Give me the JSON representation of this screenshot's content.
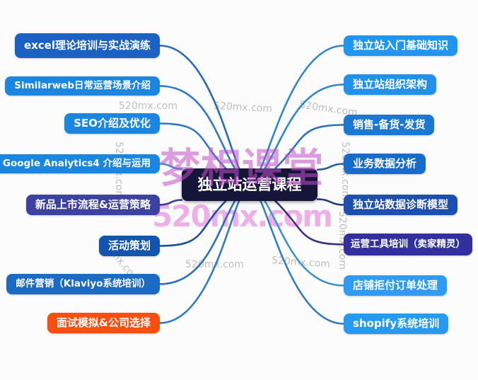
{
  "title": "独立站运营课程",
  "center": {
    "label": "独立站运营课程",
    "color": "#15153a",
    "text_color": "#ffffff"
  },
  "left_branches": [
    {
      "label": "excel理论培训与实战演练",
      "color": "#1b61c4",
      "line_color": "#2a6cb2"
    },
    {
      "label": "Similarweb日常运营场景介绍",
      "color": "#1b86e0",
      "line_color": "#2f7ac2"
    },
    {
      "label": "SEO介绍及优化",
      "color": "#1b86e0",
      "line_color": "#2f7ac2"
    },
    {
      "label": "Google Analytics4 介绍与运用",
      "color": "#1b86e0",
      "line_color": "#3f8cc8"
    },
    {
      "label": "新品上市流程&运营策略",
      "color": "#3d41a0",
      "line_color": "#3c3f92"
    },
    {
      "label": "活动策划",
      "color": "#1254ae",
      "line_color": "#1f4f9b"
    },
    {
      "label": "邮件营销（Klaviyo系统培训）",
      "color": "#1b6ac4",
      "line_color": "#2c70b8"
    },
    {
      "label": "面试模拟&公司选择",
      "color": "#f84e10",
      "line_color": "#2f7ac2"
    }
  ],
  "right_branches": [
    {
      "label": "独立站入门基础知识",
      "color": "#2196f0",
      "line_color": "#2f86ca"
    },
    {
      "label": "独立站组织架构",
      "color": "#2090ea",
      "line_color": "#2f86ca"
    },
    {
      "label": "销售-备货-发货",
      "color": "#1b78d2",
      "line_color": "#2a72ba"
    },
    {
      "label": "业务数据分析",
      "color": "#176bca",
      "line_color": "#275f9e"
    },
    {
      "label": "独立站数据诊断模型",
      "color": "#1d50ae",
      "line_color": "#223c80"
    },
    {
      "label": "运营工具培训（卖家精灵）",
      "color": "#32309c",
      "line_color": "#41307e"
    },
    {
      "label": "店铺拒付订单处理",
      "color": "#2f9bf2",
      "line_color": "#3f93cc"
    },
    {
      "label": "shopify系统培训",
      "color": "#2699f0",
      "line_color": "#357fc0"
    }
  ],
  "watermarks": {
    "brand_large": "梦相课堂",
    "site_large": "520mx.com",
    "site_small": "520mx.com",
    "brand_color": "#c250c8",
    "site_large_color": "#e470d6",
    "site_small_color": "#808080"
  }
}
